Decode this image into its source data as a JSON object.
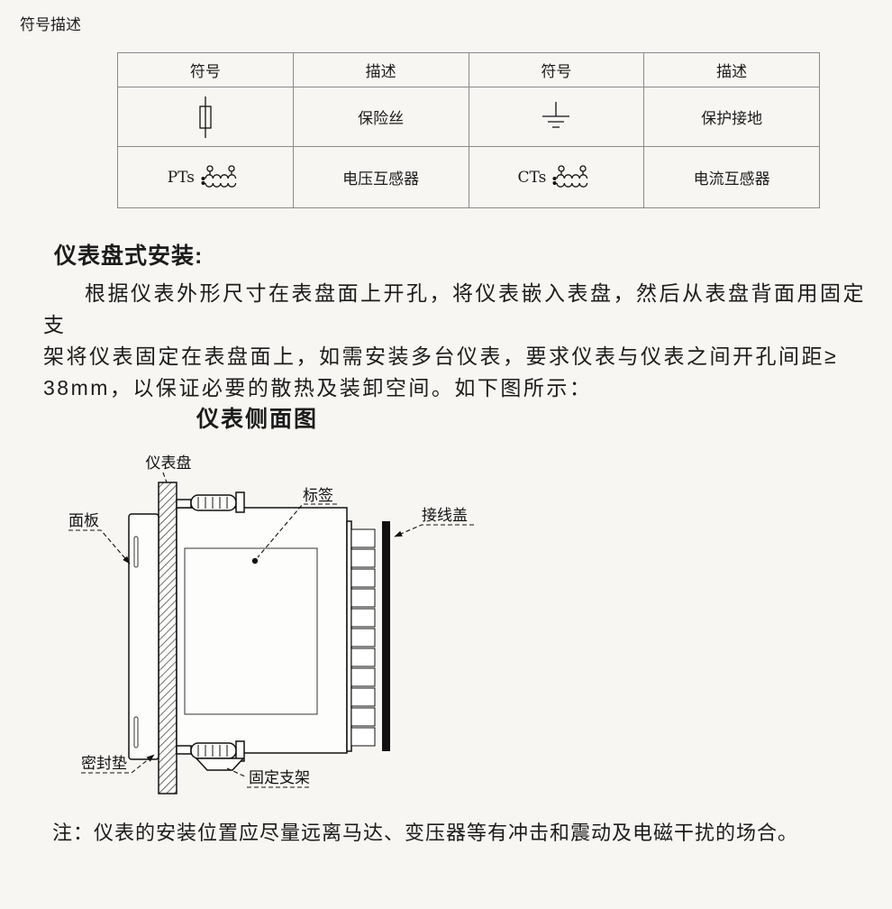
{
  "colors": {
    "page_bg": "#f7f6f3",
    "line": "#111111",
    "table_border": "#8a8a8a"
  },
  "section_title": "符号描述",
  "symbol_table": {
    "headers": [
      "符号",
      "描述",
      "符号",
      "描述"
    ],
    "rows": [
      {
        "icon1": "fuse-icon",
        "desc1": "保险丝",
        "icon2": "protective-earth-icon",
        "desc2": "保护接地"
      },
      {
        "icon1": "voltage-transformer-icon",
        "label1": "PTs",
        "desc1": "电压互感器",
        "icon2": "current-transformer-icon",
        "label2": "CTs",
        "desc2": "电流互感器"
      }
    ]
  },
  "install": {
    "heading": "仪表盘式安装:",
    "paragraph": "根据仪表外形尺寸在表盘面上开孔，将仪表嵌入表盘，然后从表盘背面用固定支\n架将仪表固定在表盘面上，如需安装多台仪表，要求仪表与仪表之间开孔间距≥\n38mm，以保证必要的散热及装卸空间。如下图所示："
  },
  "diagram": {
    "title": "仪表侧面图",
    "labels": {
      "panel_board": "仪表盘",
      "front_panel": "面板",
      "tag": "标签",
      "wiring_cover": "接线盖",
      "gasket": "密封垫",
      "bracket": "固定支架"
    }
  },
  "note": "注：仪表的安装位置应尽量远离马达、变压器等有冲击和震动及电磁干扰的场合。"
}
